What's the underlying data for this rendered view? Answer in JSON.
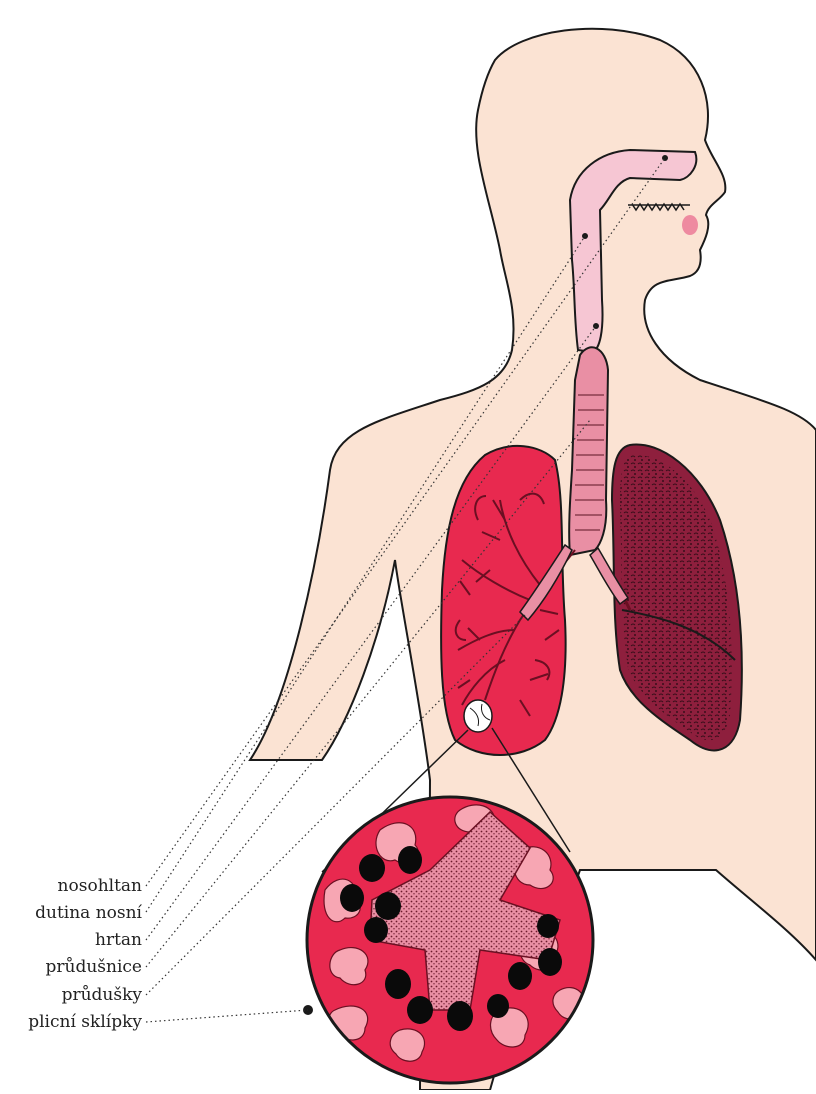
{
  "labels": [
    "nosohltan",
    "dutina nosní",
    "hrtan",
    "průdušnice",
    "průdušky",
    "plicní sklípky"
  ],
  "colors": {
    "skin": "#fbe3d3",
    "outline": "#1a1a1a",
    "lung_right": "#e8294f",
    "lung_left": "#8e1f3d",
    "airway": "#f4b8c8",
    "bronchus": "#e98fa4",
    "alveoli_bg": "#e8294f",
    "alveoli": "#f7a6b3",
    "dotted": "#333333"
  }
}
